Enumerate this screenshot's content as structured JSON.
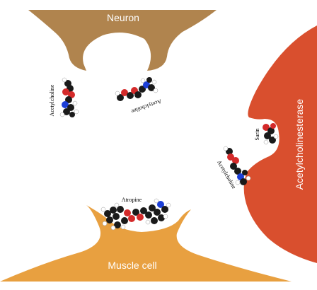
{
  "labels": {
    "neuron": "Neuron",
    "muscle_cell": "Muscle cell",
    "enzyme": "Acetylcholinesterase",
    "acetylcholine_left": "Acetylcholine",
    "acetylcholine_center": "Acetylcholine",
    "acetylcholine_right": "Acetylcholine",
    "atropine": "Atropine",
    "sarin": "Sarin"
  },
  "colors": {
    "neuron": "#b0844e",
    "muscle_cell": "#e8a040",
    "enzyme": "#d94f2e",
    "atom_carbon": "#1a1a1a",
    "atom_hydrogen": "#ffffff",
    "atom_oxygen": "#d42a2a",
    "atom_nitrogen": "#1c3fd8"
  }
}
